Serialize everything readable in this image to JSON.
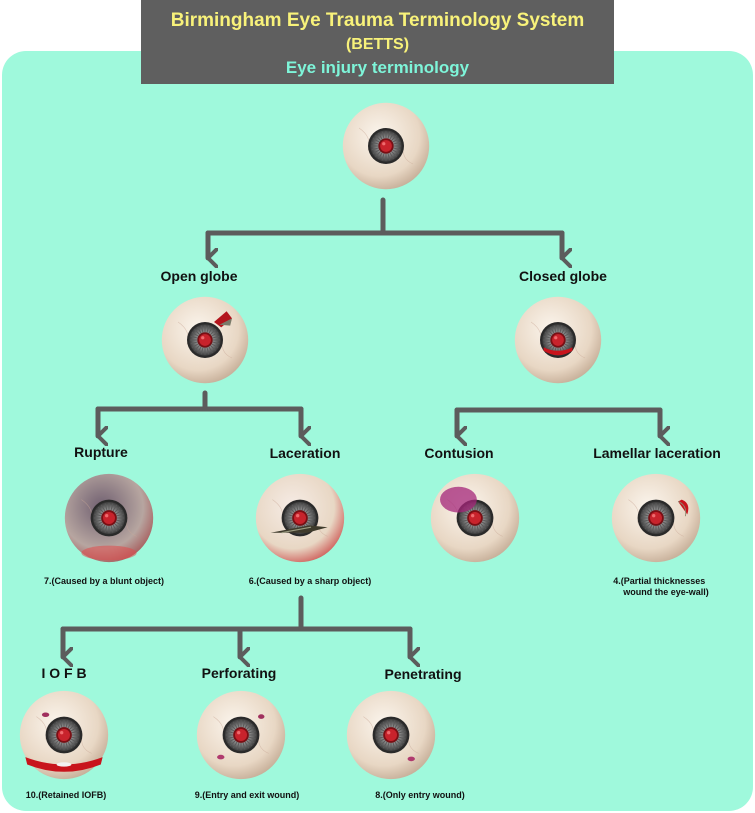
{
  "header": {
    "title": "Birmingham Eye Trauma Terminology System",
    "subtitle": "(BETTS)",
    "description": "Eye injury terminology"
  },
  "nodes": {
    "open_globe": "Open globe",
    "closed_globe": "Closed globe",
    "rupture": "Rupture",
    "laceration": "Laceration",
    "contusion": "Contusion",
    "lamellar_laceration": "Lamellar laceration",
    "iofb": "I O F B",
    "perforating": "Perforating",
    "penetrating": "Penetrating"
  },
  "captions": {
    "rupture": "7.(Caused by a blunt object)",
    "laceration": "6.(Caused by a sharp object)",
    "lamellar_line1": "4.(Partial thicknesses",
    "lamellar_line2": "wound the eye-wall)",
    "iofb": "10.(Retained IOFB)",
    "perforating": "9.(Entry and exit wound)",
    "penetrating": "8.(Only entry wound)"
  },
  "colors": {
    "panel": "#9ff9dc",
    "header_bg": "#5f5f5f",
    "title_text": "#f8f27a",
    "desc_text": "#7ef5d9",
    "connector": "#5c5c5c",
    "pupil_red": "#c8232c"
  }
}
